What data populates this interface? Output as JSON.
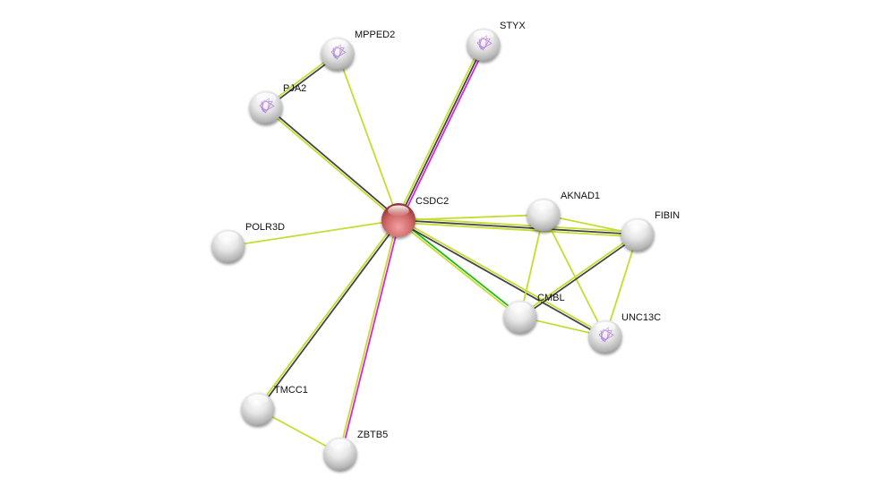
{
  "network": {
    "colors": {
      "textmining": "#c6dc2e",
      "coexpression": "#444444",
      "experiments": "#d626d6",
      "neighborhood": "#22b822",
      "query_node": "#c44848",
      "other_node": "#c8c8c8"
    },
    "nodes": [
      {
        "id": "CSDC2",
        "label": "CSDC2",
        "query": true,
        "structure": false
      },
      {
        "id": "MPPED2",
        "label": "MPPED2",
        "query": false,
        "structure": true
      },
      {
        "id": "STYX",
        "label": "STYX",
        "query": false,
        "structure": true
      },
      {
        "id": "PJA2",
        "label": "PJA2",
        "query": false,
        "structure": true
      },
      {
        "id": "POLR3D",
        "label": "POLR3D",
        "query": false,
        "structure": false
      },
      {
        "id": "AKNAD1",
        "label": "AKNAD1",
        "query": false,
        "structure": false
      },
      {
        "id": "FIBIN",
        "label": "FIBIN",
        "query": false,
        "structure": false
      },
      {
        "id": "CMBL",
        "label": "CMBL",
        "query": false,
        "structure": false
      },
      {
        "id": "UNC13C",
        "label": "UNC13C",
        "query": false,
        "structure": true
      },
      {
        "id": "TMCC1",
        "label": "TMCC1",
        "query": false,
        "structure": false
      },
      {
        "id": "ZBTB5",
        "label": "ZBTB5",
        "query": false,
        "structure": false
      }
    ],
    "edges": [
      {
        "from": "CSDC2",
        "to": "STYX",
        "types": [
          "textmining",
          "coexpression",
          "experiments"
        ]
      },
      {
        "from": "CSDC2",
        "to": "MPPED2",
        "types": [
          "textmining"
        ]
      },
      {
        "from": "CSDC2",
        "to": "PJA2",
        "types": [
          "textmining",
          "coexpression"
        ]
      },
      {
        "from": "PJA2",
        "to": "MPPED2",
        "types": [
          "textmining",
          "coexpression"
        ]
      },
      {
        "from": "CSDC2",
        "to": "POLR3D",
        "types": [
          "textmining"
        ]
      },
      {
        "from": "CSDC2",
        "to": "AKNAD1",
        "types": [
          "textmining"
        ]
      },
      {
        "from": "CSDC2",
        "to": "FIBIN",
        "types": [
          "textmining",
          "coexpression",
          "textmining"
        ]
      },
      {
        "from": "CSDC2",
        "to": "CMBL",
        "types": [
          "neighborhood",
          "textmining"
        ]
      },
      {
        "from": "CSDC2",
        "to": "UNC13C",
        "types": [
          "textmining",
          "coexpression"
        ]
      },
      {
        "from": "CSDC2",
        "to": "TMCC1",
        "types": [
          "coexpression",
          "textmining"
        ]
      },
      {
        "from": "CSDC2",
        "to": "ZBTB5",
        "types": [
          "experiments",
          "textmining"
        ]
      },
      {
        "from": "AKNAD1",
        "to": "FIBIN",
        "types": [
          "textmining"
        ]
      },
      {
        "from": "AKNAD1",
        "to": "CMBL",
        "types": [
          "textmining"
        ]
      },
      {
        "from": "AKNAD1",
        "to": "UNC13C",
        "types": [
          "textmining"
        ]
      },
      {
        "from": "FIBIN",
        "to": "CMBL",
        "types": [
          "coexpression",
          "textmining"
        ]
      },
      {
        "from": "FIBIN",
        "to": "UNC13C",
        "types": [
          "textmining"
        ]
      },
      {
        "from": "CMBL",
        "to": "UNC13C",
        "types": [
          "textmining"
        ]
      },
      {
        "from": "TMCC1",
        "to": "ZBTB5",
        "types": [
          "textmining"
        ]
      }
    ]
  }
}
